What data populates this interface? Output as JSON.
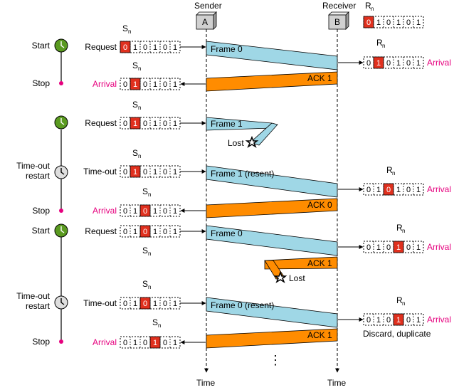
{
  "header": {
    "sender": "Sender",
    "receiver": "Receiver",
    "a_label": "A",
    "b_label": "B",
    "time": "Time"
  },
  "labels": {
    "sn": "S",
    "rn": "R",
    "n": "n",
    "start": "Start",
    "stop": "Stop",
    "timeout_restart_1": "Time-out",
    "timeout_restart_2": "restart",
    "request": "Request",
    "timeout": "Time-out",
    "arrival": "Arrival",
    "lost": "Lost",
    "discard": "Discard, duplicate",
    "ellipsis": "⋮"
  },
  "frames": {
    "f0": "Frame 0",
    "f1": "Frame 1",
    "f1r": "Frame 1 (resent)",
    "f0b": "Frame 0",
    "f0r": "Frame 0 (resent)"
  },
  "acks": {
    "a1": "ACK 1",
    "a0": "ACK 0",
    "a1b": "ACK 1",
    "a1c": "ACK 1"
  },
  "sequence_windows": {
    "rows": [
      {
        "id": "r_init",
        "bits": [
          "0",
          "1",
          "0",
          "1",
          "0",
          "1"
        ],
        "highlight": 0
      },
      {
        "id": "s_1",
        "bits": [
          "0",
          "1",
          "0",
          "1",
          "0",
          "1"
        ],
        "highlight": 0
      },
      {
        "id": "r_1",
        "bits": [
          "0",
          "1",
          "0",
          "1",
          "0",
          "1"
        ],
        "highlight": 1
      },
      {
        "id": "s_2",
        "bits": [
          "0",
          "1",
          "0",
          "1",
          "0",
          "1"
        ],
        "highlight": 1
      },
      {
        "id": "s_3",
        "bits": [
          "0",
          "1",
          "0",
          "1",
          "0",
          "1"
        ],
        "highlight": 1
      },
      {
        "id": "s_4",
        "bits": [
          "0",
          "1",
          "0",
          "1",
          "0",
          "1"
        ],
        "highlight": 1
      },
      {
        "id": "r_2",
        "bits": [
          "0",
          "1",
          "0",
          "1",
          "0",
          "1"
        ],
        "highlight": 2
      },
      {
        "id": "s_5",
        "bits": [
          "0",
          "1",
          "0",
          "1",
          "0",
          "1"
        ],
        "highlight": 2
      },
      {
        "id": "s_6",
        "bits": [
          "0",
          "1",
          "0",
          "1",
          "0",
          "1"
        ],
        "highlight": 2
      },
      {
        "id": "r_3",
        "bits": [
          "0",
          "1",
          "0",
          "1",
          "0",
          "1"
        ],
        "highlight": 3
      },
      {
        "id": "s_7",
        "bits": [
          "0",
          "1",
          "0",
          "1",
          "0",
          "1"
        ],
        "highlight": 2
      },
      {
        "id": "r_4",
        "bits": [
          "0",
          "1",
          "0",
          "1",
          "0",
          "1"
        ],
        "highlight": 3
      },
      {
        "id": "s_8",
        "bits": [
          "0",
          "1",
          "0",
          "1",
          "0",
          "1"
        ],
        "highlight": 3
      }
    ]
  },
  "colors": {
    "frame": "#9fd7e6",
    "ack": "#ff8c00",
    "highlight": "#e0301e",
    "arrival": "#e6007e",
    "clock_green": "#5a9a20"
  }
}
